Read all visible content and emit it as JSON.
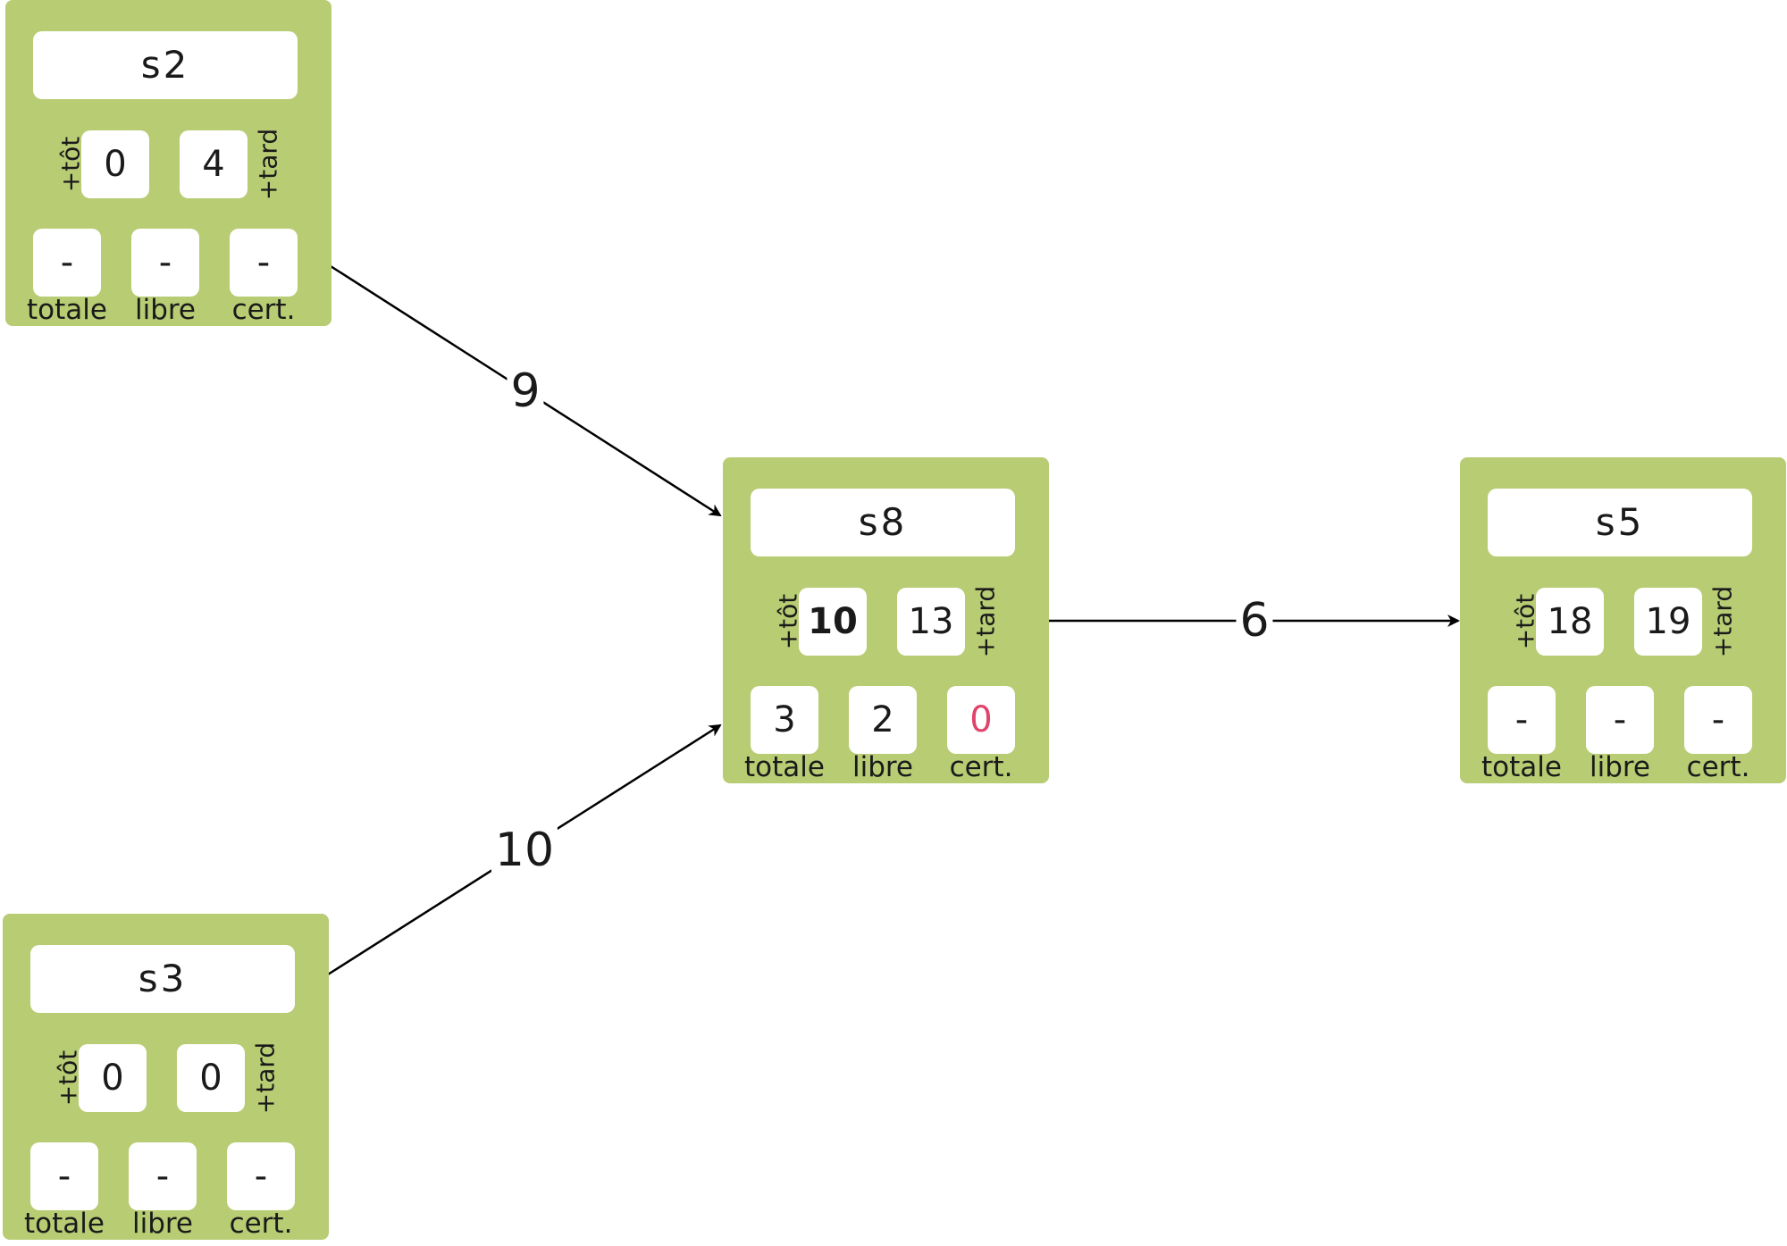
{
  "labels": {
    "tot": "+tôt",
    "tard": "+tard",
    "totale": "totale",
    "libre": "libre",
    "cert": "cert."
  },
  "nodes": {
    "s2": {
      "name": "s2",
      "tot": "0",
      "tard": "4",
      "totale": "-",
      "libre": "-",
      "cert": "-"
    },
    "s3": {
      "name": "s3",
      "tot": "0",
      "tard": "0",
      "totale": "-",
      "libre": "-",
      "cert": "-"
    },
    "s8": {
      "name": "s8",
      "tot": "10",
      "tard": "13",
      "totale": "3",
      "libre": "2",
      "cert": "0"
    },
    "s5": {
      "name": "s5",
      "tot": "18",
      "tard": "19",
      "totale": "-",
      "libre": "-",
      "cert": "-"
    }
  },
  "edges": [
    {
      "from": "s2",
      "to": "s8",
      "weight": "9"
    },
    {
      "from": "s3",
      "to": "s8",
      "weight": "10"
    },
    {
      "from": "s8",
      "to": "s5",
      "weight": "6"
    }
  ],
  "colors": {
    "node_fill": "#b8cc74",
    "critical": "#e0446a",
    "edge": "#000000"
  }
}
